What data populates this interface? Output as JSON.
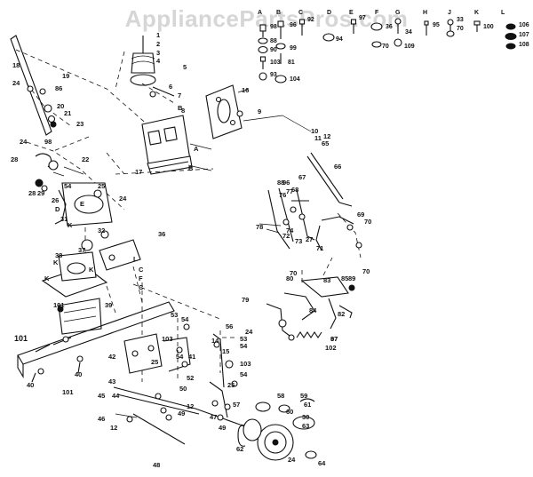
{
  "watermark": "AppliancePartsPros.com",
  "hardware_columns": [
    {
      "letter": "A",
      "items": [
        "98",
        "88",
        "90",
        "103",
        "93"
      ]
    },
    {
      "letter": "B",
      "items": [
        "96",
        "99",
        "81",
        "104"
      ]
    },
    {
      "letter": "C",
      "items": [
        "92"
      ]
    },
    {
      "letter": "D",
      "items": [
        "94"
      ]
    },
    {
      "letter": "E",
      "items": [
        "97"
      ]
    },
    {
      "letter": "F",
      "items": [
        "36",
        "70"
      ]
    },
    {
      "letter": "G",
      "items": [
        "34",
        "109"
      ]
    },
    {
      "letter": "H",
      "items": [
        "95"
      ]
    },
    {
      "letter": "J",
      "items": [
        "33",
        "70"
      ]
    },
    {
      "letter": "K",
      "items": [
        "100"
      ]
    },
    {
      "letter": "L",
      "items": [
        "106",
        "107",
        "108"
      ]
    }
  ],
  "part_labels": {
    "p1": "1",
    "p2": "2",
    "p3": "3",
    "p4": "4",
    "p5": "5",
    "p6": "6",
    "p7": "7",
    "p8": "8",
    "p9": "9",
    "p10": "10",
    "p11": "11",
    "p12": "12",
    "p16": "16",
    "p17": "17",
    "p18": "18",
    "p19": "19",
    "p20": "20",
    "p21": "21",
    "p22": "22",
    "p23": "23",
    "p24a": "24",
    "p24b": "24",
    "p24c": "24",
    "p24d": "24",
    "p24e": "24",
    "p25a": "25",
    "p25b": "25",
    "p25c": "25",
    "p26": "26",
    "p27": "27",
    "p28": "28",
    "p28b": "28",
    "p29": "29",
    "p30": "30",
    "p31": "31",
    "p32": "32",
    "p36": "36",
    "p37": "37",
    "p38": "38",
    "p39": "39",
    "p40a": "40",
    "p40b": "40",
    "p41": "41",
    "p42": "42",
    "p43": "43",
    "p44": "44",
    "p45": "45",
    "p46": "46",
    "p47": "47",
    "p48": "48",
    "p49a": "49",
    "p49b": "49",
    "p50": "50",
    "p52": "52",
    "p53a": "53",
    "p53b": "53",
    "p54a": "54",
    "p54b": "54",
    "p54c": "54",
    "p54d": "54",
    "p54e": "54",
    "p56": "56",
    "p57": "57",
    "p58": "58",
    "p59": "59",
    "p60": "60",
    "p61": "61",
    "p62": "62",
    "p63": "63",
    "p64": "64",
    "p65": "65",
    "p66": "66",
    "p67": "67",
    "p68": "68",
    "p69": "69",
    "p70a": "70",
    "p70b": "70",
    "p70c": "70",
    "p71": "71",
    "p72": "72",
    "p73": "73",
    "p74": "74",
    "p76": "76",
    "p77": "77",
    "p78": "78",
    "p79": "79",
    "p80": "80",
    "p82": "82",
    "p83": "83",
    "p84": "84",
    "p85": "85",
    "p86": "86",
    "p87": "87",
    "p88": "88",
    "p89": "89",
    "p96": "96",
    "p97": "97",
    "p98": "98",
    "p101a": "101",
    "p101b": "101",
    "p101c": "101",
    "p102": "102",
    "p103a": "103",
    "p103b": "103",
    "p12b": "12",
    "p12c": "12",
    "p14": "14",
    "p15": "15",
    "A1": "A",
    "B1": "B",
    "B2": "B",
    "D1": "D",
    "E1": "E",
    "K1": "K",
    "K2": "K",
    "K3": "K",
    "K4": "K",
    "C1": "C",
    "C2": "C",
    "L1": "L",
    "F1": "F"
  }
}
